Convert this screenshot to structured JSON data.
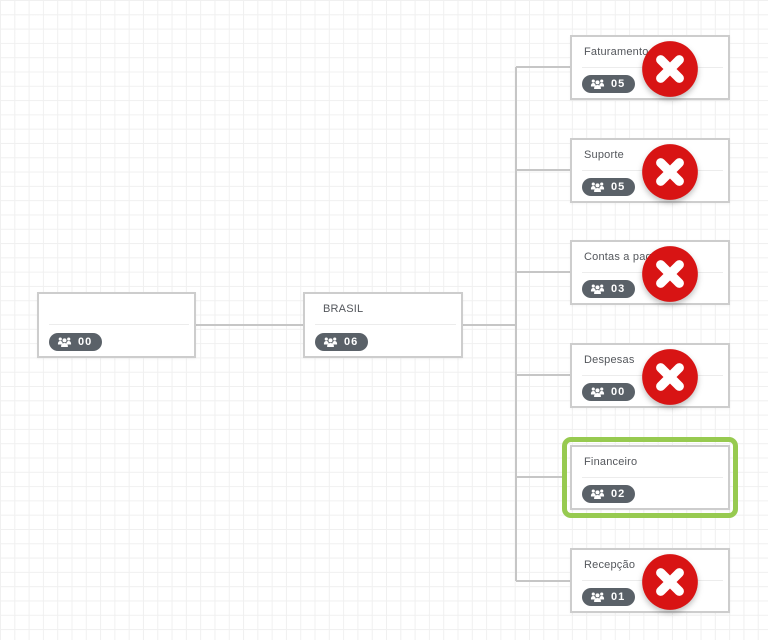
{
  "app": {
    "view": "organization-chart-editor"
  },
  "colors": {
    "remove_red": "#d81414",
    "selection_green": "#97ca50",
    "badge_gray": "#5a6168",
    "connector_gray": "#c6c6c6",
    "node_border": "#cdcdcd",
    "grid_line": "#f0f0f0"
  },
  "icons": {
    "members": "users-icon",
    "remove": "x-circle-icon"
  },
  "org": {
    "root": {
      "title": "",
      "count": "00"
    },
    "parent": {
      "title": "BRASIL",
      "count": "06"
    },
    "children": [
      {
        "title": "Faturamento",
        "count": "05",
        "removable": true,
        "selected": false
      },
      {
        "title": "Suporte",
        "count": "05",
        "removable": true,
        "selected": false
      },
      {
        "title": "Contas a pagar",
        "count": "03",
        "removable": true,
        "selected": false
      },
      {
        "title": "Despesas",
        "count": "00",
        "removable": true,
        "selected": false
      },
      {
        "title": "Financeiro",
        "count": "02",
        "removable": false,
        "selected": true
      },
      {
        "title": "Recepção",
        "count": "01",
        "removable": true,
        "selected": false
      }
    ]
  }
}
